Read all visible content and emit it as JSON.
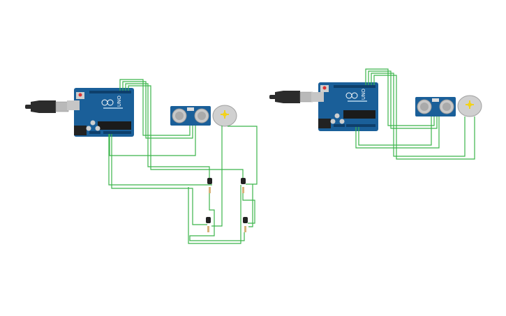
{
  "canvas": {
    "background": "#ffffff"
  },
  "colors": {
    "board": "#1a5f99",
    "board_dark": "#0e3f6b",
    "wire": "#3bb54a",
    "cable": "#2b2b2b",
    "sensor": "#1a5f99",
    "transducer": "#c8c8c8",
    "motor_body": "#d0d0d0",
    "motor_shaft": "#f2d21a",
    "resistor": "#d8b37a",
    "transistor": "#222222"
  },
  "circuits": [
    {
      "board": {
        "icon": "arduino-uno-board",
        "label": "UNO"
      },
      "sensor": {
        "icon": "ultrasonic-sensor-hc-sr04"
      },
      "motor": {
        "icon": "dc-motor"
      },
      "transistors": 4,
      "resistors": 4
    },
    {
      "board": {
        "icon": "arduino-uno-board",
        "label": "UNO"
      },
      "sensor": {
        "icon": "ultrasonic-sensor-hc-sr04"
      },
      "motor": {
        "icon": "dc-motor"
      },
      "transistors": 0,
      "resistors": 0
    }
  ]
}
